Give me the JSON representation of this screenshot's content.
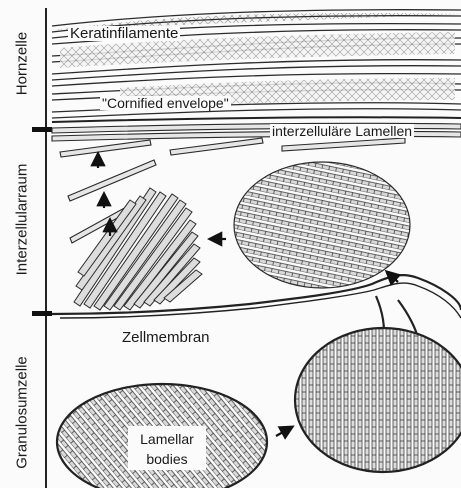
{
  "layers": {
    "horny": "Hornzelle",
    "intercellular": "Interzellularraum",
    "granular": "Granulosumzelle"
  },
  "labels": {
    "keratin": "Keratinfilamente",
    "envelope": "\"Cornified envelope\"",
    "lamellae": "interzelluläre Lamellen",
    "membrane": "Zellmembran",
    "bodies_line1": "Lamellar",
    "bodies_line2": "bodies"
  },
  "colors": {
    "ink": "#2b2b2b",
    "fill": "#e6e6e6",
    "paper": "#fbfbfb"
  }
}
